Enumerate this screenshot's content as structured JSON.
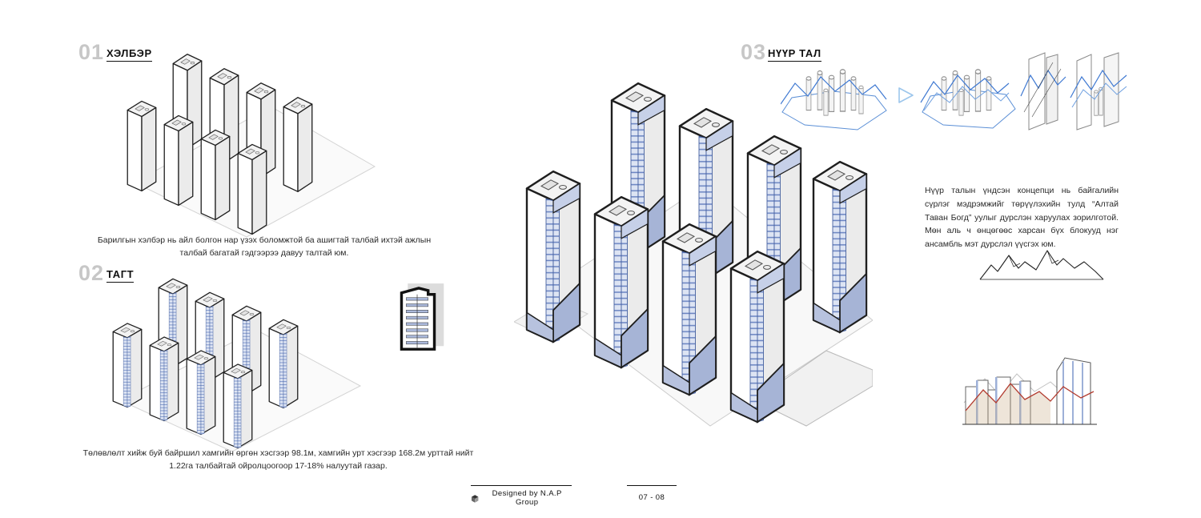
{
  "sections": {
    "form": {
      "number": "01",
      "title": "ХЭЛБЭР",
      "caption": "Барилгын хэлбэр нь айл болгон нар үзэх боломжтой ба ашигтай талбай ихтэй ажлын талбай багатай гэдгээрээ давуу талтай юм."
    },
    "balcony": {
      "number": "02",
      "title": "ТАГТ",
      "caption": "Төлөвлөлт хийж буй байршил хамгийн өргөн хэсгээр 98.1м, хамгийн урт хэсгээр 168.2м урттай нийт 1.22га талбайтай ойролцоогоор 17-18% налуутай газар."
    },
    "facade": {
      "number": "03",
      "title": "НҮҮР ТАЛ",
      "paragraph": "Нүүр талын үндсэн концепци нь байгалийн сүрлэг мэдрэмжийг төрүүлэхийн тулд “Алтай Таван Богд” уулыг дурслэн харуулах зорилготой. Мөн аль ч өнцөгөөс харсан бүх блокууд нэг ансамбль мэт дурслэл үүсгэх юм."
    }
  },
  "footer": {
    "credit": "Designed by N.A.P Group",
    "pages": "07 - 08"
  },
  "colors": {
    "accent_blue": "#a6b4d6",
    "line_blue": "#3f79d2",
    "number_gray": "#c7c7c7",
    "ink": "#1e1e1e",
    "red_line": "#b23b2f"
  }
}
